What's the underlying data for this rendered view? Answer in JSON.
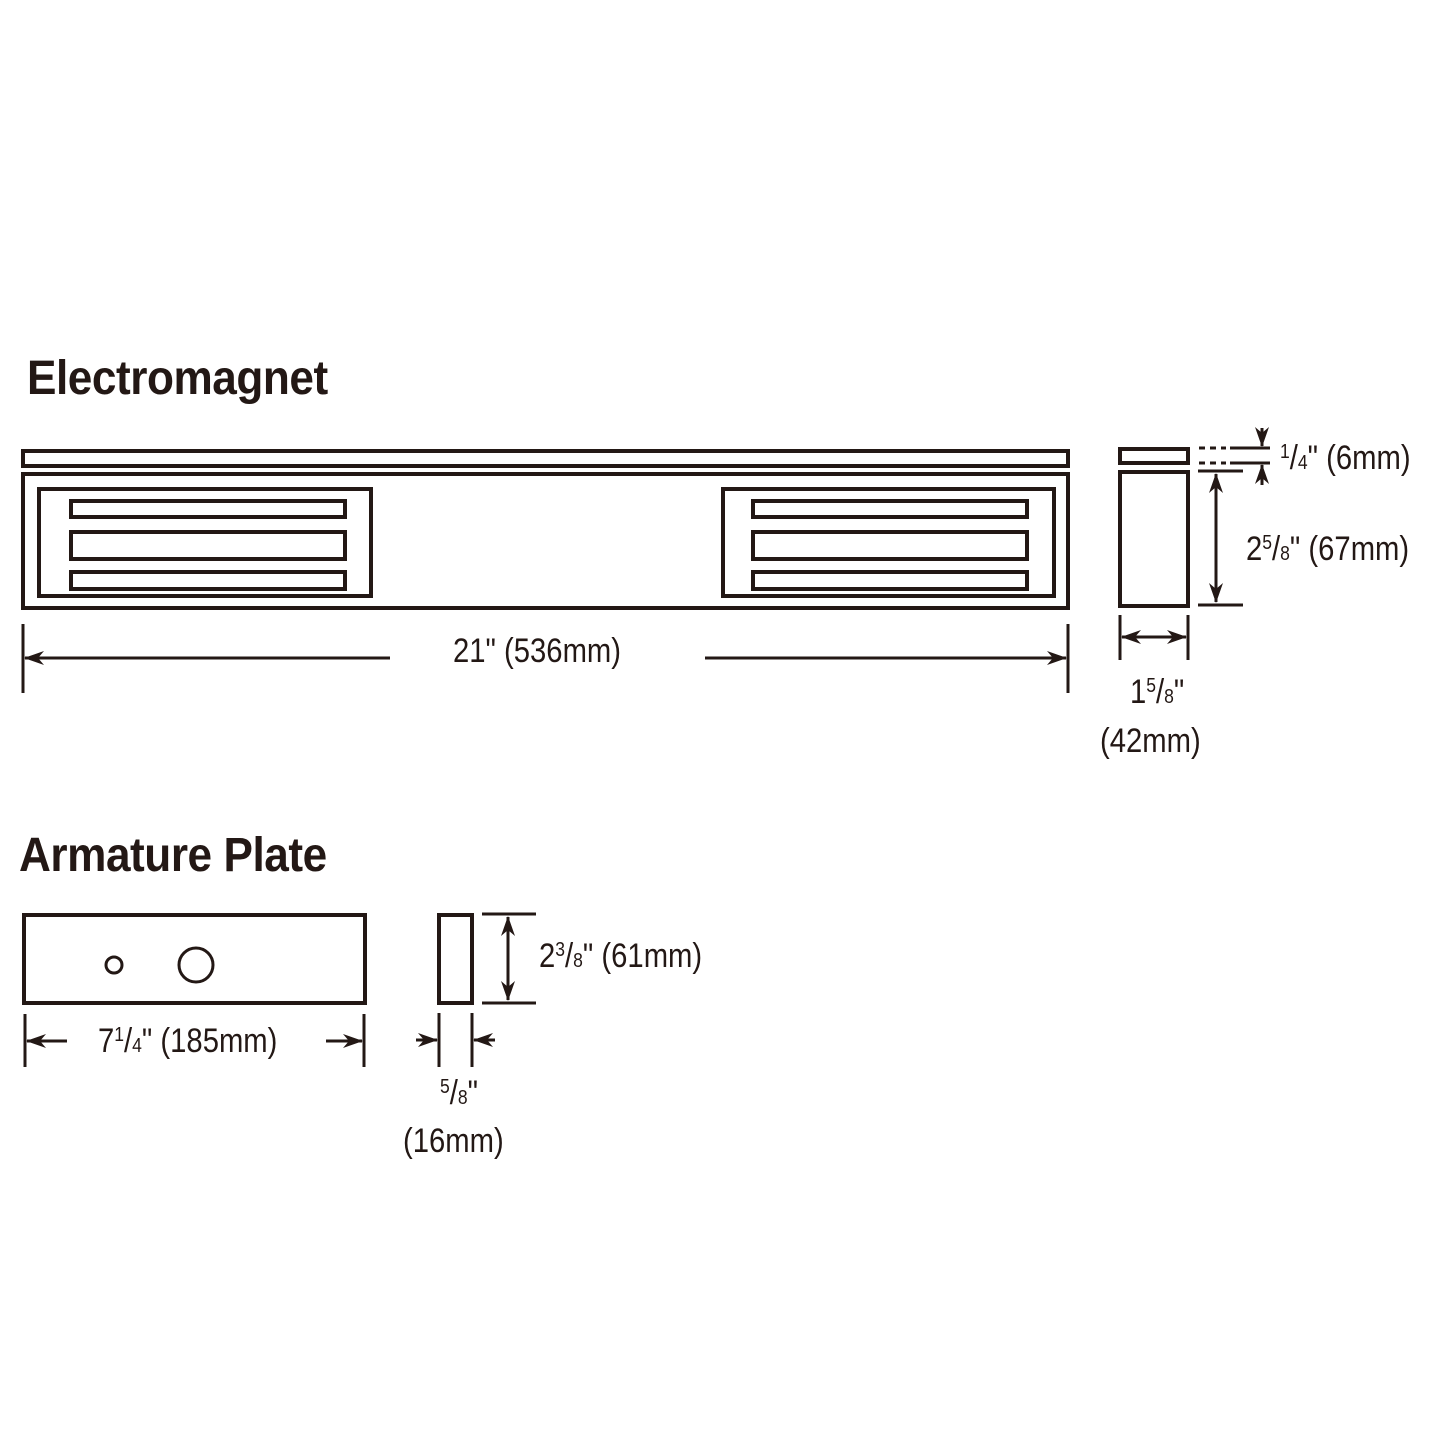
{
  "colors": {
    "ink": "#231815",
    "background": "#ffffff"
  },
  "electromagnet": {
    "title": "Electromagnet",
    "length": {
      "whole": "21",
      "unit_in": "\"",
      "metric": "(536mm)"
    },
    "plate_thickness": {
      "whole": "",
      "num": "1",
      "den": "4",
      "unit_in": "\"",
      "metric": "(6mm)"
    },
    "height": {
      "whole": "2",
      "num": "5",
      "den": "8",
      "unit_in": "\"",
      "metric": "(67mm)"
    },
    "depth": {
      "whole": "1",
      "num": "5",
      "den": "8",
      "unit_in": "\"",
      "metric": "(42mm)"
    }
  },
  "armature_plate": {
    "title": "Armature Plate",
    "length": {
      "whole": "7",
      "num": "1",
      "den": "4",
      "unit_in": "\"",
      "metric": "(185mm)"
    },
    "height": {
      "whole": "2",
      "num": "3",
      "den": "8",
      "unit_in": "\"",
      "metric": "(61mm)"
    },
    "thickness": {
      "whole": "",
      "num": "5",
      "den": "8",
      "unit_in": "\"",
      "metric": "(16mm)"
    }
  }
}
